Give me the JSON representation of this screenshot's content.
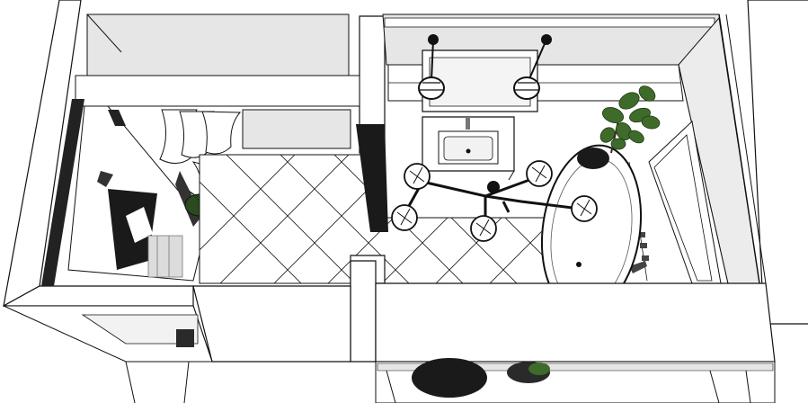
{
  "scene": {
    "kind": "3d-sketch-bathroom-plan",
    "palette": {
      "line": "#111111",
      "wall_top": "#ffffff",
      "wall_shade": "#e6e6e6",
      "dark_panel": "#222222",
      "plant_green": "#3f6b2a",
      "plant_dark": "#1f3a15"
    },
    "objects": [
      {
        "name": "vanity-sink"
      },
      {
        "name": "mirror"
      },
      {
        "name": "pendant-lights"
      },
      {
        "name": "chandelier"
      },
      {
        "name": "freestanding-bathtub"
      },
      {
        "name": "potted-plant"
      },
      {
        "name": "shower-curtain"
      },
      {
        "name": "artwork"
      },
      {
        "name": "diamond-tile-floor"
      }
    ]
  }
}
